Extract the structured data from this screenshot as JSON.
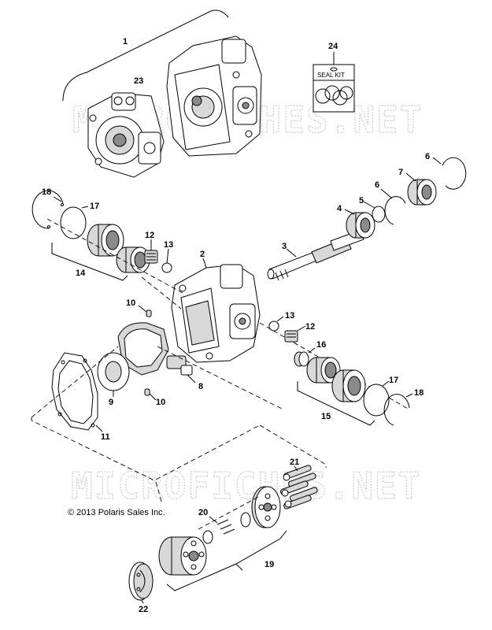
{
  "watermark": "MICROFICHES.NET",
  "copyright": "© 2013 Polaris Sales Inc.",
  "seal_kit_label": "SEAL KIT",
  "callouts": {
    "c1": "1",
    "c2": "2",
    "c3": "3",
    "c4": "4",
    "c5": "5",
    "c6a": "6",
    "c6b": "6",
    "c7": "7",
    "c8": "8",
    "c9": "9",
    "c10a": "10",
    "c10b": "10",
    "c11": "11",
    "c12a": "12",
    "c12b": "12",
    "c13a": "13",
    "c13b": "13",
    "c14": "14",
    "c15": "15",
    "c16": "16",
    "c17a": "17",
    "c17b": "17",
    "c18a": "18",
    "c18b": "18",
    "c19": "19",
    "c20": "20",
    "c21": "21",
    "c22": "22",
    "c23": "23",
    "c24": "24"
  }
}
